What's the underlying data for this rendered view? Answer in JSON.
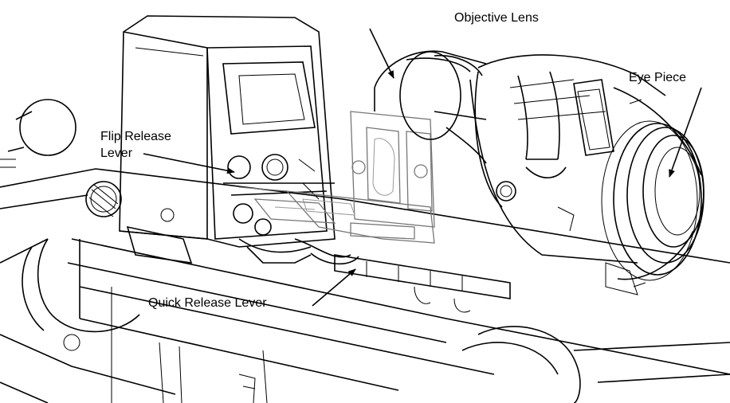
{
  "labels": {
    "objective_lens": "Objective Lens",
    "eye_piece": "Eye Piece",
    "flip_release_line1": "Flip Release",
    "flip_release_line2": "Lever",
    "quick_release_lever": "Quick Release Lever"
  },
  "colors": {
    "line": "#000000",
    "light_line": "#777777",
    "background": "#ffffff"
  }
}
